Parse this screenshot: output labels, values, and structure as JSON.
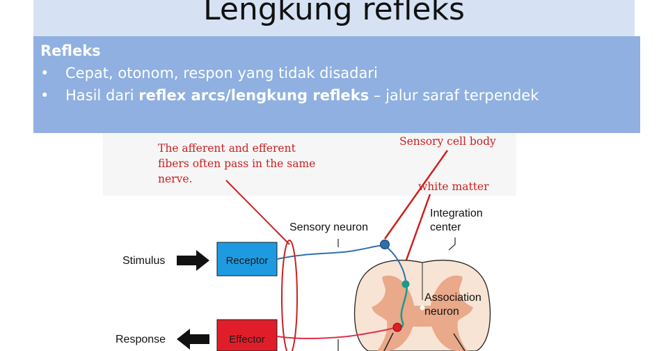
{
  "slide": {
    "title": "Lengkung refleks",
    "heading": "Refleks",
    "bullets": [
      {
        "text": "Cepat, otonom, respon yang tidak disadari"
      },
      {
        "prefix": "Hasil dari ",
        "bold": "reflex arcs/lengkung refleks",
        "suffix": " – jalur saraf terpendek"
      }
    ]
  },
  "diagram": {
    "annotation_fibers": [
      "The afferent and efferent",
      "fibers often pass in the same",
      "nerve."
    ],
    "sensory_cell_body": "Sensory cell body",
    "white_matter": "white matter",
    "integration_center": [
      "Integration",
      "center"
    ],
    "sensory_neuron": "Sensory neuron",
    "association_neuron": [
      "Association",
      "neuron"
    ],
    "stimulus": "Stimulus",
    "response": "Response",
    "receptor": "Receptor",
    "effector": "Effector",
    "colors": {
      "annotation_red": "#cc1f1f",
      "receptor_blue": "#1e9be0",
      "effector_red": "#e01e2a",
      "sensory_line": "#2f6fae",
      "association_line": "#1a9a8a",
      "motor_line": "#e0304a",
      "cord_fill": "#f8e4d4",
      "gray_matter": "#e9a98a"
    }
  }
}
